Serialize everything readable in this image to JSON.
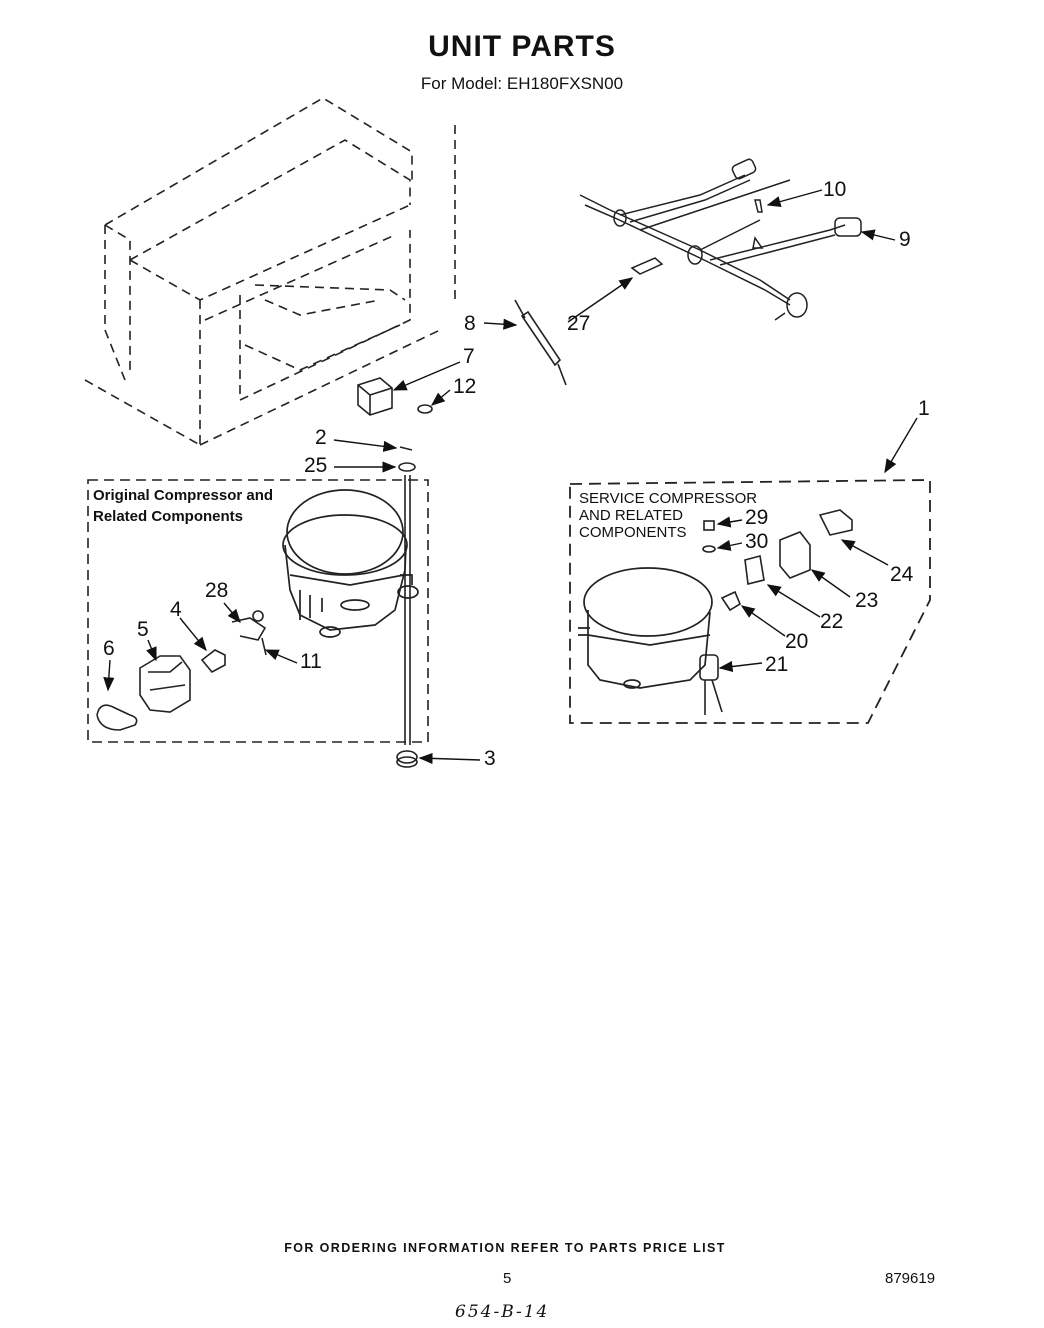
{
  "title": "UNIT PARTS",
  "subtitle": "For Model: EH180FXSN00",
  "original_group_label": [
    "Original Compressor and",
    "Related Components"
  ],
  "service_group_label": [
    "SERVICE COMPRESSOR",
    "AND RELATED",
    "COMPONENTS"
  ],
  "callouts": {
    "c1": "1",
    "c2": "2",
    "c3": "3",
    "c4": "4",
    "c5": "5",
    "c6": "6",
    "c7": "7",
    "c8": "8",
    "c9": "9",
    "c10": "10",
    "c11": "11",
    "c12": "12",
    "c20": "20",
    "c21": "21",
    "c22": "22",
    "c23": "23",
    "c24": "24",
    "c25": "25",
    "c27": "27",
    "c28": "28",
    "c29": "29",
    "c30": "30"
  },
  "footer_note": "FOR ORDERING INFORMATION REFER TO PARTS PRICE LIST",
  "page_number": "5",
  "document_number": "879619",
  "handwritten_note": "654-B-14"
}
